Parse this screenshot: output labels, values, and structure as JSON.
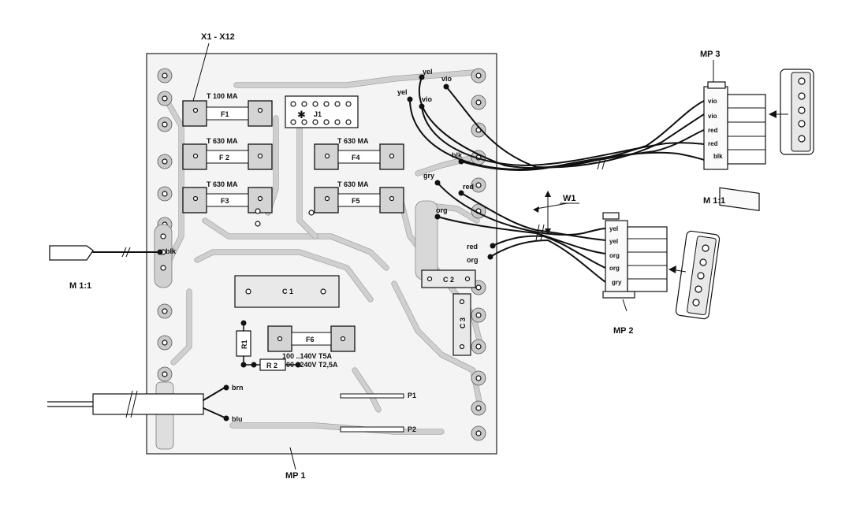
{
  "labels": {
    "x_range": "X1 - X12",
    "mp1": "MP 1",
    "mp2": "MP 2",
    "mp3": "MP 3",
    "w1": "W1",
    "scale_left": "M 1:1",
    "scale_right": "M 1:1",
    "p1": "P1",
    "p2": "P2",
    "j1": "J1"
  },
  "fuses": [
    {
      "id": "F1",
      "rating": "T 100 MA"
    },
    {
      "id": "F 2",
      "rating": "T 630 MA"
    },
    {
      "id": "F3",
      "rating": "T 630 MA"
    },
    {
      "id": "F4",
      "rating": "T 630 MA"
    },
    {
      "id": "F5",
      "rating": "T 630 MA"
    },
    {
      "id": "F6",
      "rating": ""
    }
  ],
  "f6_ratings": [
    "100 ..140V T5A",
    "200 ..240V T2,5A"
  ],
  "components": {
    "c1": "C 1",
    "c2": "C 2",
    "c3": "C 3",
    "r1": "R1",
    "r2": "R 2"
  },
  "board_wires": {
    "blk_left": "blk",
    "brn": "brn",
    "blu": "blu",
    "yel_a": "yel",
    "yel_b": "yel",
    "vio_a": "vio",
    "vio_b": "vio",
    "blk_right": "blk",
    "gry": "gry",
    "red_a": "red",
    "org_a": "org",
    "red_b": "red",
    "org_b": "org"
  },
  "mp3_pins": [
    "vio",
    "vio",
    "red",
    "red",
    "blk"
  ],
  "mp2_pins": [
    "yel",
    "yel",
    "org",
    "org",
    "gry"
  ]
}
